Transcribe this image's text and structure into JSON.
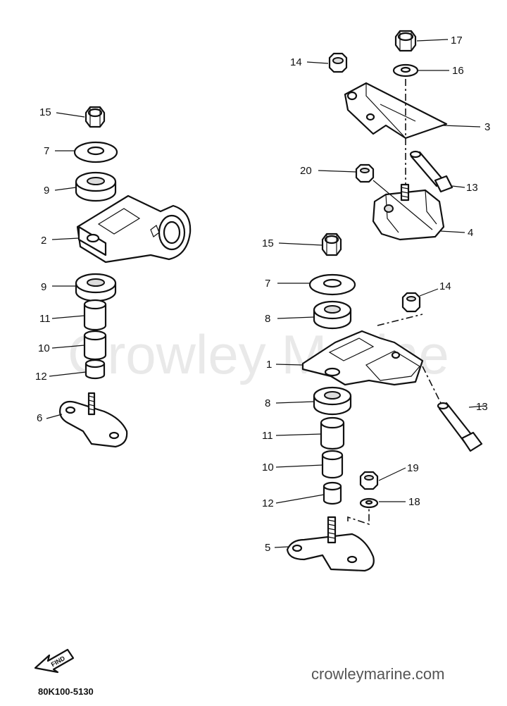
{
  "watermark": "Crowley Marine",
  "site": "crowleymarine.com",
  "diagram_code": "80K100-5130",
  "find_label": "FIND",
  "left_group": {
    "labels": [
      "15",
      "7",
      "9",
      "2",
      "9",
      "11",
      "10",
      "12",
      "6"
    ]
  },
  "right_group": {
    "labels": [
      "17",
      "14",
      "16",
      "3",
      "13",
      "20",
      "4",
      "15",
      "14",
      "7",
      "8",
      "1",
      "13",
      "8",
      "11",
      "10",
      "19",
      "12",
      "18",
      "5"
    ]
  }
}
